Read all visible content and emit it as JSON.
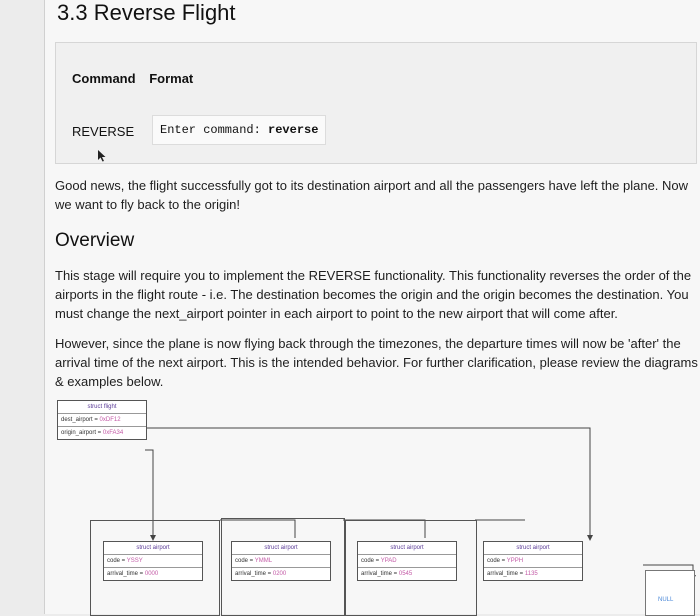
{
  "section": {
    "title": "3.3 Reverse Flight"
  },
  "command_table": {
    "header_command": "Command",
    "header_format": "Format",
    "command_name": "REVERSE",
    "format_prefix": "Enter command: ",
    "format_keyword": "reverse"
  },
  "intro_text": "Good news, the flight successfully got to its destination airport and all the passengers have left the plane. Now we want to fly back to the origin!",
  "overview": {
    "heading": "Overview",
    "para1": "This stage will require you to implement the REVERSE functionality. This functionality reverses the order of the airports in the flight route - i.e. The destination becomes the origin and the origin becomes the destination. You must change the next_airport pointer in each airport to point to the new airport that will come after.",
    "para2": "However, since the plane is now flying back through the timezones, the departure times will now be 'after' the arrival time of the next airport. This is the intended behavior. For further clarification, please review the diagrams & examples below."
  },
  "diagram": {
    "flight": {
      "title": "struct flight",
      "dest_label": "dest_airport = ",
      "dest_value": "0xDF12",
      "origin_label": "origin_airport = ",
      "origin_value": "0xFA34"
    },
    "airports": [
      {
        "title": "struct airport",
        "code_label": "code = ",
        "code": "YSSY",
        "arrival_label": "arrival_time = ",
        "arrival": "0000"
      },
      {
        "title": "struct airport",
        "code_label": "code = ",
        "code": "YMML",
        "arrival_label": "arrival_time = ",
        "arrival": "0200"
      },
      {
        "title": "struct airport",
        "code_label": "code = ",
        "code": "YPAD",
        "arrival_label": "arrival_time = ",
        "arrival": "0545"
      },
      {
        "title": "struct airport",
        "code_label": "code = ",
        "code": "YPPH",
        "arrival_label": "arrival_time = ",
        "arrival": "1135"
      }
    ],
    "null_label": "NULL"
  },
  "colors": {
    "value_pink": "#c35aa6",
    "value_blue": "#4a88d8",
    "struct_title": "#5b3b97"
  }
}
